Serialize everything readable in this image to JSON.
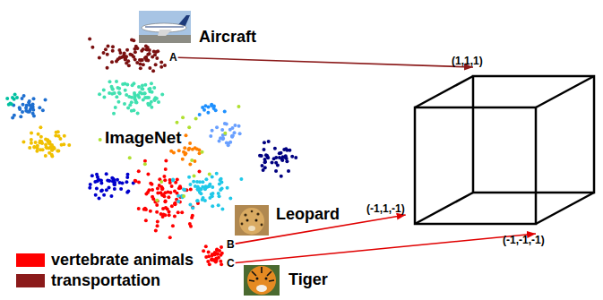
{
  "diagram": {
    "nodes": [
      {
        "text": [
          "A"
        ]
      },
      {
        "text": [
          "(1,1,1)"
        ]
      },
      {
        "text": [
          "(-1,1,-1)"
        ]
      },
      {
        "text": [
          "B"
        ]
      },
      {
        "text": [
          "C"
        ]
      },
      {
        "text": [
          "(-1,-1,-1)"
        ]
      }
    ],
    "edges": [
      {
        "from": 0,
        "to": 1,
        "arrow": "to"
      },
      {
        "from": 3,
        "to": 2,
        "arrow": "to"
      },
      {
        "from": 4,
        "to": 5,
        "arrow": "to"
      }
    ],
    "labels": [
      "Aircraft",
      "ImageNet",
      "Leopard",
      "Tiger"
    ],
    "legend": [
      {
        "text": "vertebrate animals",
        "color": "#ff0000"
      },
      {
        "text": "transportation",
        "color": "#8b1a1a"
      }
    ]
  }
}
